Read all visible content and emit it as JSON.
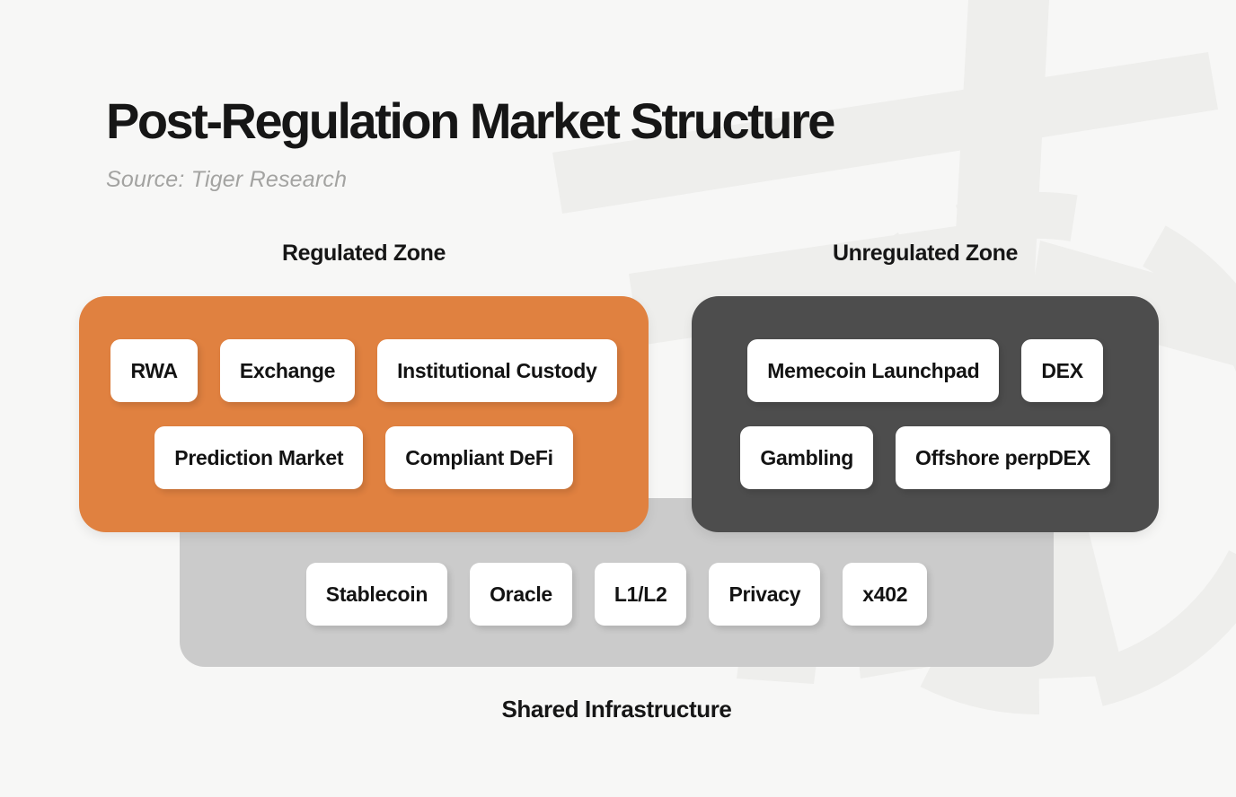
{
  "header": {
    "title": "Post-Regulation Market Structure",
    "source": "Source: Tiger Research"
  },
  "regulated_zone": {
    "label": "Regulated Zone",
    "color": "#E08140",
    "rows": [
      [
        "RWA",
        "Exchange",
        "Institutional Custody"
      ],
      [
        "Prediction Market",
        "Compliant DeFi"
      ]
    ]
  },
  "unregulated_zone": {
    "label": "Unregulated Zone",
    "color": "#4D4D4D",
    "rows": [
      [
        "Memecoin Launchpad",
        "DEX"
      ],
      [
        "Gambling",
        "Offshore perpDEX"
      ]
    ]
  },
  "shared_infrastructure": {
    "label": "Shared Infrastructure",
    "color": "#CBCBCB",
    "items": [
      "Stablecoin",
      "Oracle",
      "L1/L2",
      "Privacy",
      "x402"
    ]
  },
  "colors": {
    "background": "#F7F7F6",
    "regulated_zone": "#E08140",
    "unregulated_zone": "#4D4D4D",
    "shared_band": "#CBCBCB",
    "chip_background": "#FFFFFF",
    "title_text": "#161616",
    "source_text": "#A3A3A1",
    "watermark": "#EEEEEC"
  }
}
